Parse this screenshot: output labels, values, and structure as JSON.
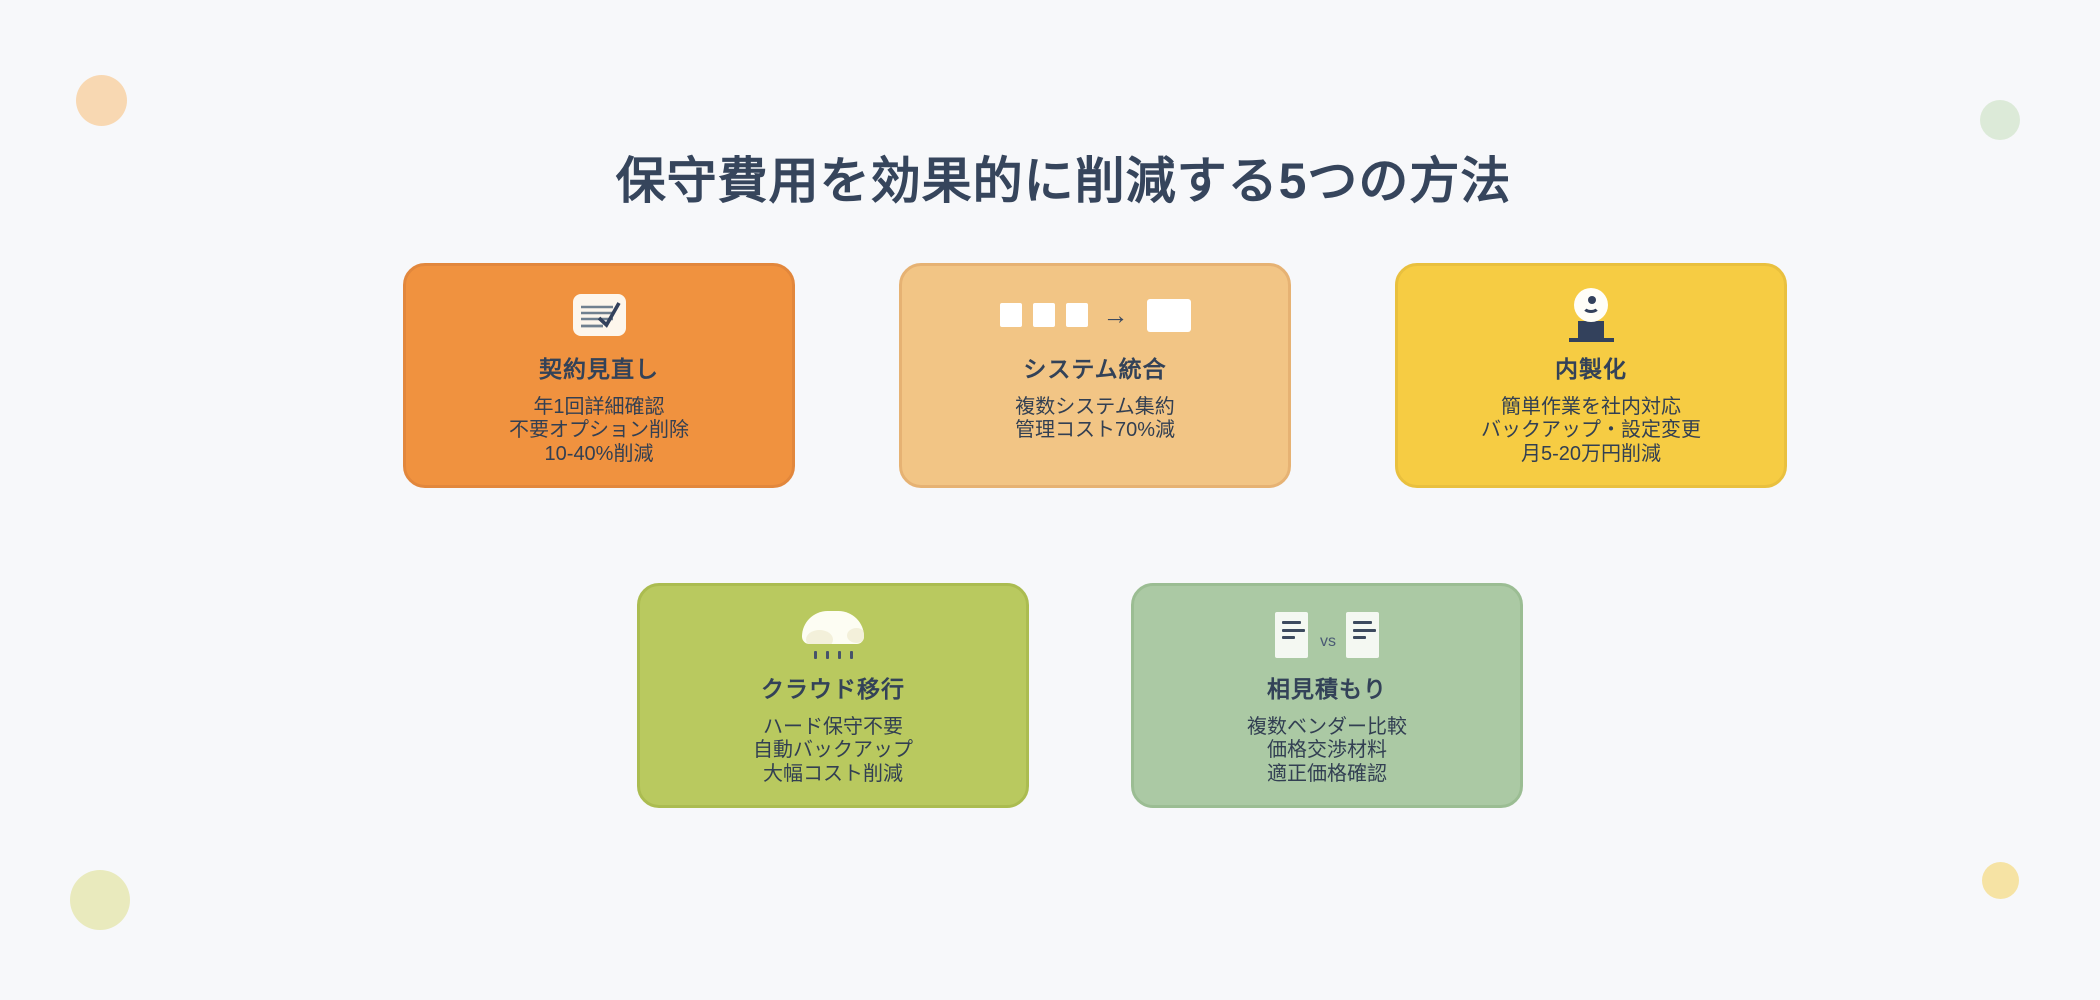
{
  "page": {
    "title": "保守費用を効果的に削減する5つの方法",
    "background_color": "#f7f8fa",
    "title_color": "#36455c"
  },
  "cards": [
    {
      "id": "contract-review",
      "icon": "document-checklist-icon",
      "color": "#f0923f",
      "title": "契約見直し",
      "lines": [
        "年1回詳細確認",
        "不要オプション削除",
        "10-40%削減"
      ]
    },
    {
      "id": "system-integration",
      "icon": "squares-merge-icon",
      "arrow_glyph": "→",
      "color": "#f2c585",
      "title": "システム統合",
      "lines": [
        "複数システム集約",
        "管理コスト70%減"
      ]
    },
    {
      "id": "insourcing",
      "icon": "person-icon",
      "color": "#f6cc43",
      "title": "内製化",
      "lines": [
        "簡単作業を社内対応",
        "バックアップ・設定変更",
        "月5-20万円削減"
      ]
    },
    {
      "id": "cloud-migration",
      "icon": "cloud-rain-icon",
      "color": "#b9c95f",
      "title": "クラウド移行",
      "lines": [
        "ハード保守不要",
        "自動バックアップ",
        "大幅コスト削減"
      ]
    },
    {
      "id": "competitive-quotes",
      "icon": "documents-versus-icon",
      "vs_label": "vs",
      "color": "#abc9a4",
      "title": "相見積もり",
      "lines": [
        "複数ベンダー比較",
        "価格交渉材料",
        "適正価格確認"
      ]
    }
  ],
  "decorations": {
    "top_left_dot_color": "#f8d8b2",
    "top_right_dot_color": "#dcead8",
    "bottom_left_dot_color": "#e9eabd",
    "bottom_right_dot_color": "#f6e3a4"
  }
}
